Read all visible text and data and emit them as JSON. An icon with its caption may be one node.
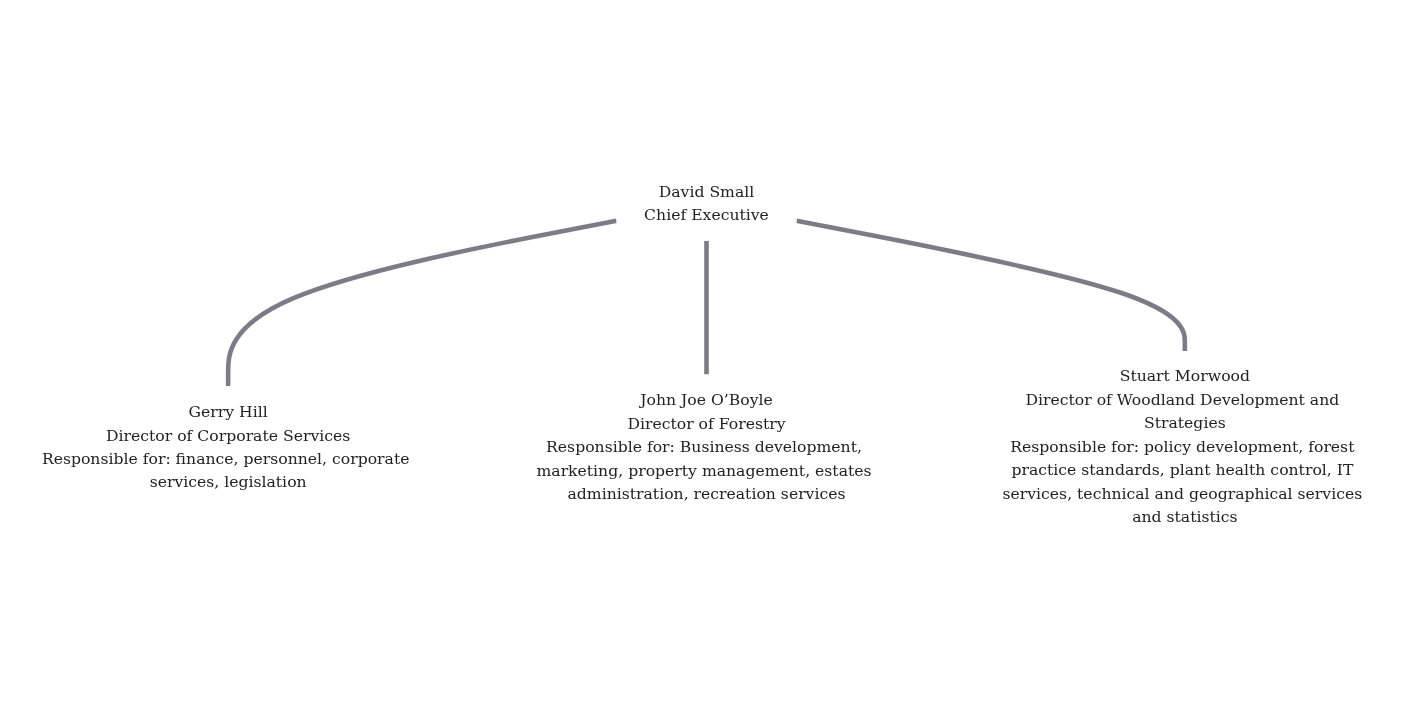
{
  "diagram": {
    "nodes": [
      {
        "text": [
          "David Small",
          "Chief Executive"
        ]
      },
      {
        "text": [
          "Gerry Hill",
          "Director of Corporate Services",
          "Responsible for: finance, personnel, corporate services, legislation"
        ]
      },
      {
        "text": [
          "John Joe O’Boyle",
          "Director of Forestry",
          "Responsible for: Business development, marketing, property management, estates administration, recreation services"
        ]
      },
      {
        "text": [
          "Stuart Morwood",
          "Director of Woodland Development and Strategies",
          "Responsible for: policy development, forest practice standards, plant health control, IT services, technical and geographical services and statistics"
        ]
      }
    ],
    "edges": [
      {
        "from": 0,
        "to": 1,
        "arrow": "none"
      },
      {
        "from": 0,
        "to": 2,
        "arrow": "none"
      },
      {
        "from": 0,
        "to": 3,
        "arrow": "none"
      }
    ]
  }
}
